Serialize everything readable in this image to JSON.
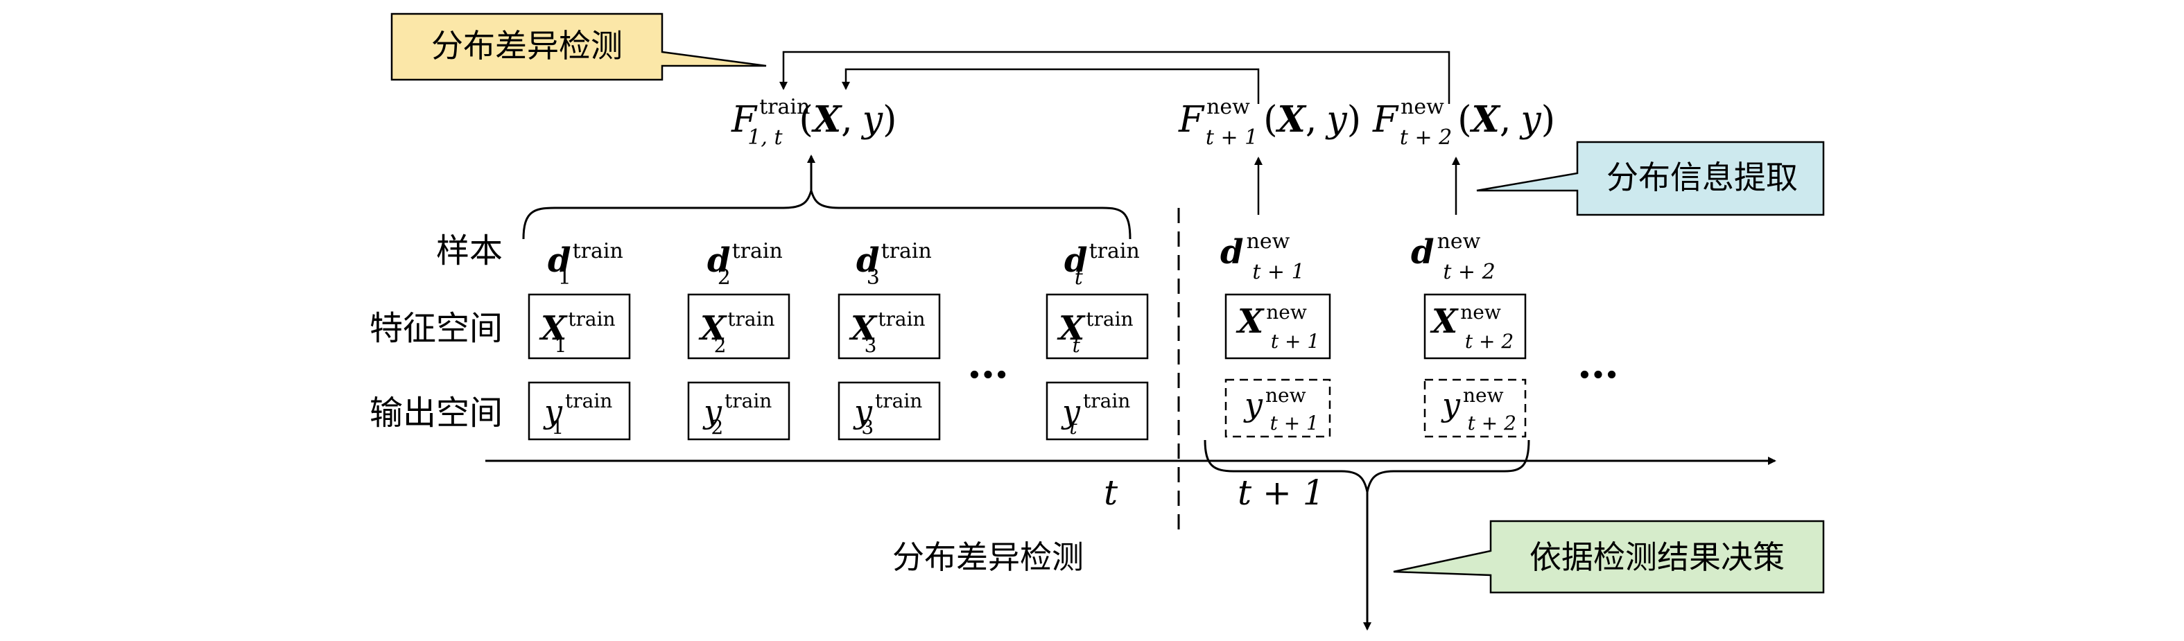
{
  "callouts": {
    "detect_top": "分布差异检测",
    "extract": "分布信息提取",
    "decide": "依据检测结果决策"
  },
  "row_labels": {
    "sample": "样本",
    "feature": "特征空间",
    "output": "输出空间"
  },
  "math": {
    "F": "F",
    "X": "X",
    "y": "y",
    "d": "d",
    "train": "train",
    "new": "new",
    "sub_1t": "1, t",
    "sub_t1": "t + 1",
    "sub_t2": "t + 2",
    "args_pre": "(",
    "args_sep": ",",
    "args_post": ")",
    "sub_1": "1",
    "sub_2": "2",
    "sub_3": "3",
    "sub_t": "t"
  },
  "ellipsis": "…",
  "axis": {
    "t_label": "t",
    "t1_label": "t + 1"
  },
  "bottom_label": "分布差异检测",
  "colors": {
    "detect_fill": "#fbe7a8",
    "extract_fill": "#cde9ee",
    "decide_fill": "#d6eccb",
    "stroke": "#000000"
  }
}
